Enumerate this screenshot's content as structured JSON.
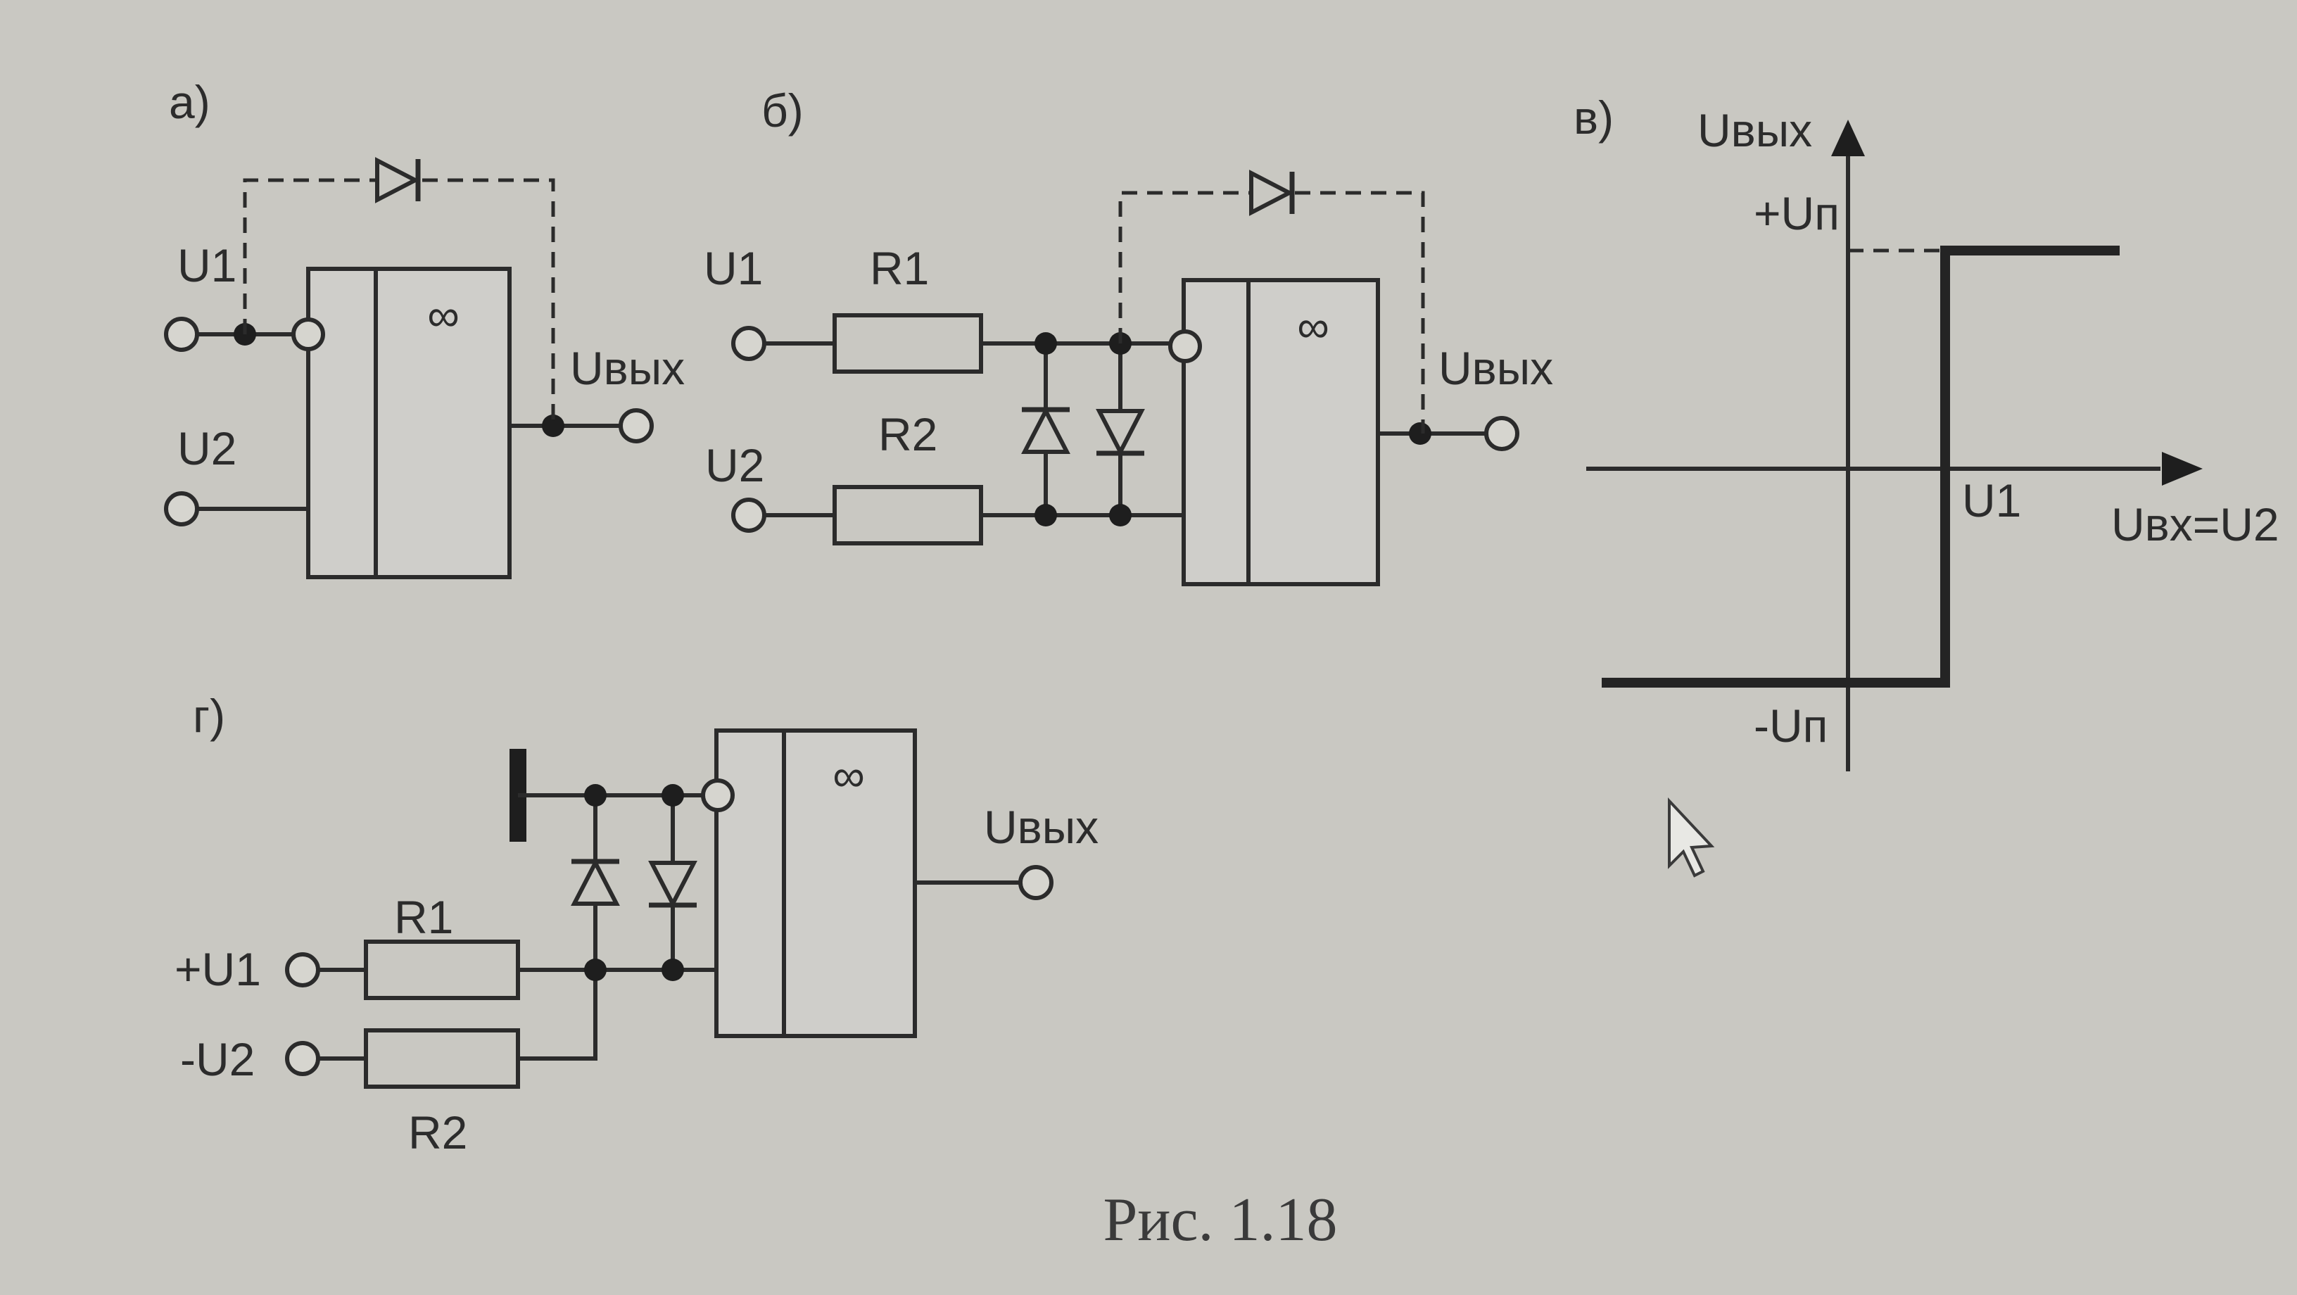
{
  "figure": {
    "caption": "Рис. 1.18"
  },
  "panel_a": {
    "letter": "а)",
    "input_1": "U1",
    "input_2": "U2",
    "output": "Uвых",
    "amp_symbol": "∞"
  },
  "panel_b": {
    "letter": "б)",
    "input_1": "U1",
    "input_2": "U2",
    "resistor_1": "R1",
    "resistor_2": "R2",
    "output": "Uвых",
    "amp_symbol": "∞"
  },
  "panel_v": {
    "letter": "в)",
    "y_axis": "Uвых",
    "x_axis": "Uвх=U2",
    "pos_level": "+Uп",
    "neg_level": "-Uп",
    "threshold": "U1"
  },
  "panel_g": {
    "letter": "г)",
    "input_1": "+U1",
    "input_2": "-U2",
    "resistor_1": "R1",
    "resistor_2": "R2",
    "output": "Uвых",
    "amp_symbol": "∞"
  }
}
